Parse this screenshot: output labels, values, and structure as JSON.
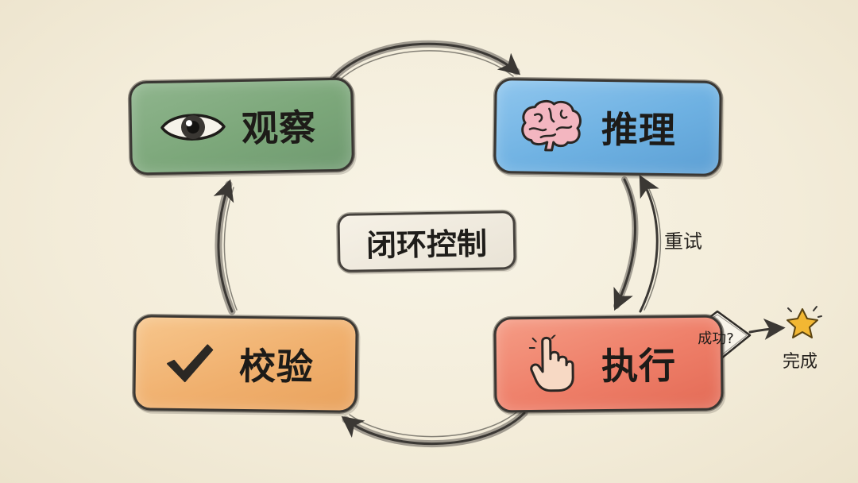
{
  "diagram": {
    "center": {
      "label": "闭环控制"
    },
    "nodes": [
      {
        "id": "observe",
        "label": "观察",
        "icon": "eye-icon",
        "color": "#7ca77a"
      },
      {
        "id": "reason",
        "label": "推理",
        "icon": "brain-icon",
        "color": "#6eb1e2"
      },
      {
        "id": "execute",
        "label": "执行",
        "icon": "pointing-hand-icon",
        "color": "#ee7e68"
      },
      {
        "id": "verify",
        "label": "校验",
        "icon": "checkmark-icon",
        "color": "#f0b06e"
      }
    ],
    "edges": [
      {
        "from": "observe",
        "to": "reason"
      },
      {
        "from": "reason",
        "to": "execute"
      },
      {
        "from": "execute",
        "to": "reason",
        "label": "重试"
      },
      {
        "from": "execute",
        "to": "verify"
      },
      {
        "from": "verify",
        "to": "observe"
      }
    ],
    "decision": {
      "label": "成功?",
      "next": "完成",
      "icon": "star-icon",
      "icon_color": "#f2b733"
    },
    "outline_color": "#3a3733"
  }
}
